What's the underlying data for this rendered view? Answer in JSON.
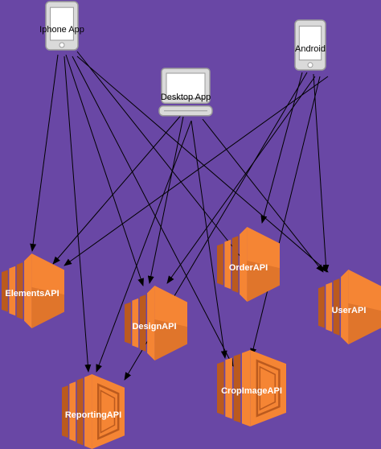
{
  "clients": [
    {
      "id": "iphone",
      "label": "Iphone App",
      "icon": "phone-icon"
    },
    {
      "id": "desktop",
      "label": "Desktop App",
      "icon": "desktop-icon"
    },
    {
      "id": "android",
      "label": "Android",
      "icon": "phone-icon"
    }
  ],
  "apis": [
    {
      "id": "elements",
      "label": "ElementsAPI",
      "icon": "compute-instance-icon"
    },
    {
      "id": "design",
      "label": "DesignAPI",
      "icon": "compute-instance-icon"
    },
    {
      "id": "order",
      "label": "OrderAPI",
      "icon": "compute-instance-icon"
    },
    {
      "id": "user",
      "label": "UserAPI",
      "icon": "compute-instance-icon"
    },
    {
      "id": "reporting",
      "label": "ReportingAPI",
      "icon": "container-service-icon"
    },
    {
      "id": "cropimage",
      "label": "CropImageAPI",
      "icon": "container-service-icon"
    }
  ],
  "connections": [
    {
      "from": "iphone",
      "to": "elements"
    },
    {
      "from": "iphone",
      "to": "design"
    },
    {
      "from": "iphone",
      "to": "order"
    },
    {
      "from": "iphone",
      "to": "user"
    },
    {
      "from": "iphone",
      "to": "reporting"
    },
    {
      "from": "iphone",
      "to": "cropimage"
    },
    {
      "from": "desktop",
      "to": "elements"
    },
    {
      "from": "desktop",
      "to": "design"
    },
    {
      "from": "desktop",
      "to": "user"
    },
    {
      "from": "desktop",
      "to": "reporting"
    },
    {
      "from": "desktop",
      "to": "cropimage"
    },
    {
      "from": "android",
      "to": "elements"
    },
    {
      "from": "android",
      "to": "design"
    },
    {
      "from": "android",
      "to": "order"
    },
    {
      "from": "android",
      "to": "user"
    },
    {
      "from": "android",
      "to": "reporting"
    },
    {
      "from": "android",
      "to": "cropimage"
    }
  ],
  "colors": {
    "background": "#6947a5",
    "device_fill": "#dadada",
    "device_stroke": "#9a9a9a",
    "api_orange": "#f58534",
    "api_orange_dark": "#bb5a1e",
    "edge": "#000000"
  }
}
